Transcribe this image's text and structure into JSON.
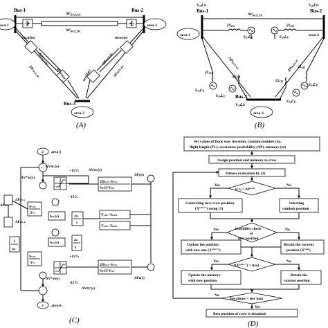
{
  "panel_a": {
    "caption": "(A)",
    "bus1": "Bus-1",
    "bus2": "Bus-2",
    "bus3": "Bus-3",
    "area1": "area-1",
    "area2": "area-2",
    "area3": "area-3",
    "p12ac": "ΔP",
    "p12ac_sub": "tie12,AC",
    "p12dc": "ΔP",
    "p12dc_sub": "tie12,DC",
    "rectifier1": "rectifier",
    "inverter1": "inverter",
    "rectifier2": "rectifier",
    "inverter2": "inverter",
    "p13dc": "ΔP",
    "p13dc_sub": "tie13,DC",
    "p13ac": "ΔP",
    "p13ac_sub": "tie13,AC",
    "p23dc": "ΔP",
    "p23dc_sub": "tie23,DC",
    "p23ac": "ΔP",
    "p23ac_sub": "tie23,AC"
  },
  "panel_b": {
    "caption": "(B)",
    "v1": "V",
    "v1_sub": "1",
    "v1_ang": "∠δ",
    "v2": "V",
    "v2_sub": "2",
    "v2_ang": "∠δ",
    "v3": "V",
    "v3_sub": "3",
    "v3_ang": "∠δ",
    "bus1": "Bus-1",
    "bus2": "Bus-2",
    "bus3": "Bus-3",
    "area1": "area-1",
    "area2": "area-2",
    "area3": "area-3",
    "p12": "ΔP",
    "p12_sub": "tie12,AC",
    "jx12": "jX",
    "jx12_sub": "t12",
    "jx21": "jX",
    "jx21_sub": "t21",
    "e12": "E",
    "e12_sub": "1",
    "e12_ang": "∠γ",
    "e21": "E",
    "e21_sub": "2",
    "e21_ang": "∠γ",
    "p13": "ΔP",
    "p13_sub": "tie13,AC",
    "p23": "ΔP",
    "p23_sub": "tie23,AC",
    "jx13": "jX",
    "jx13_sub": "t13",
    "jx31": "jX",
    "jx31_sub": "t31",
    "jx23": "jX",
    "jx23_sub": "t23",
    "jx32": "jX",
    "jx32_sub": "t32",
    "e13": "E",
    "e13_sub": "1",
    "e13_ang": "∠γ",
    "e31": "E",
    "e31_sub": "3",
    "e31_ang": "∠γ",
    "e23": "E",
    "e23_sub": "2",
    "e23_ang": "∠γ",
    "e32": "E",
    "e32_sub": "3",
    "e32_ang": "∠γ"
  },
  "panel_c": {
    "caption": "(C)",
    "area_j_num": "2",
    "area_j": "area-j",
    "area_k_num": "3",
    "area_k": "area-k",
    "dvdc": "ΔV",
    "dvdc_sub": "DC",
    "dvdc_s": "(s)",
    "dvdc_ref": "ΔV*",
    "dvdc_ref_sub": "dc",
    "dvdc_ref_s": "(s)",
    "plus15": "+15%",
    "minus15": "-15%",
    "svsc": "S",
    "svsc_sub": "VSC",
    "pr": "P",
    "pr_sub": "r1",
    "gain_num": "2H",
    "gain_num_sub": "VSC",
    "gain_num2": "-S",
    "gain_num2_sub": "VSC",
    "gain_den": "N",
    "gain_den_sub": "c",
    "gain_den2": "CF",
    "gain_den3": "V",
    "gain_den3_sub": "DC",
    "idc": "I",
    "idc_sub": "DC",
    "idc_s": "(s)",
    "twopi": "2π",
    "s": "s",
    "tdc_j": "T",
    "tdc_j_sub": "j,DC",
    "tdc_k_sub": "k,DC",
    "delta_fj": "ΔF",
    "delta_fj_sub": "j",
    "delta_fj_s": "(s)",
    "delta_fk": "ΔF",
    "delta_fk_sub": "k",
    "delta_fk_s": "(s)",
    "p_dc": "ΔP",
    "p_dc_sub": "DC",
    "p_dcj": "ΔP",
    "p_dcj_sub": "DC,j",
    "p_dck": "ΔP",
    "p_dck_sub": "DC,k",
    "one": "1",
    "a_r": "a",
    "a_r_sub": "R",
    "plus": "+",
    "minus": "-",
    "left_label": "DC"
  },
  "panel_d": {
    "caption": "(D)",
    "start": "Set values of flock size, iteration, random number (r",
    "start_sub": "j",
    "start2": "flight length (FL), awareness probability (AP), memory (m)",
    "assign": "Assign position and memory to crow",
    "fitness": "Fitness evaluation by (1)",
    "cond1": "if r",
    "cond1_sub": "j",
    "cond1_b": " > AP",
    "cond1_sup": "j,iter",
    "yes1": "Yes",
    "no1": "No",
    "gen1": "Generating new crow position",
    "gen2": "(X",
    "gen2_sup": "i,iter+1",
    "gen3": ") using (3)",
    "sel1": "Selecting",
    "sel2": "random position",
    "feas1": "feasibility check",
    "feas2": "of",
    "feas3": "new position",
    "yes2": "Yes",
    "no2": "No",
    "upd1": "Update the position",
    "upd2": "with new one (X",
    "upd2_sup": "i,iter+1",
    "upd3": ")",
    "ret1": "Retain the current",
    "ret2": "position (X",
    "ret2_sup": "i,iter",
    "ret3": ")",
    "cond2": "f(X",
    "cond2_sup": "i,iter+1",
    "cond2_b": ") > f(m)",
    "yes3": "Yes",
    "no3": "No",
    "mem1": "Update the memory",
    "mem2": "with new position",
    "retm1": "Retain the",
    "retm2": "current position",
    "iter": "Iterations < iter max",
    "no4": "No",
    "yes4": "Yes",
    "best": "Best position of crow is obtained"
  }
}
